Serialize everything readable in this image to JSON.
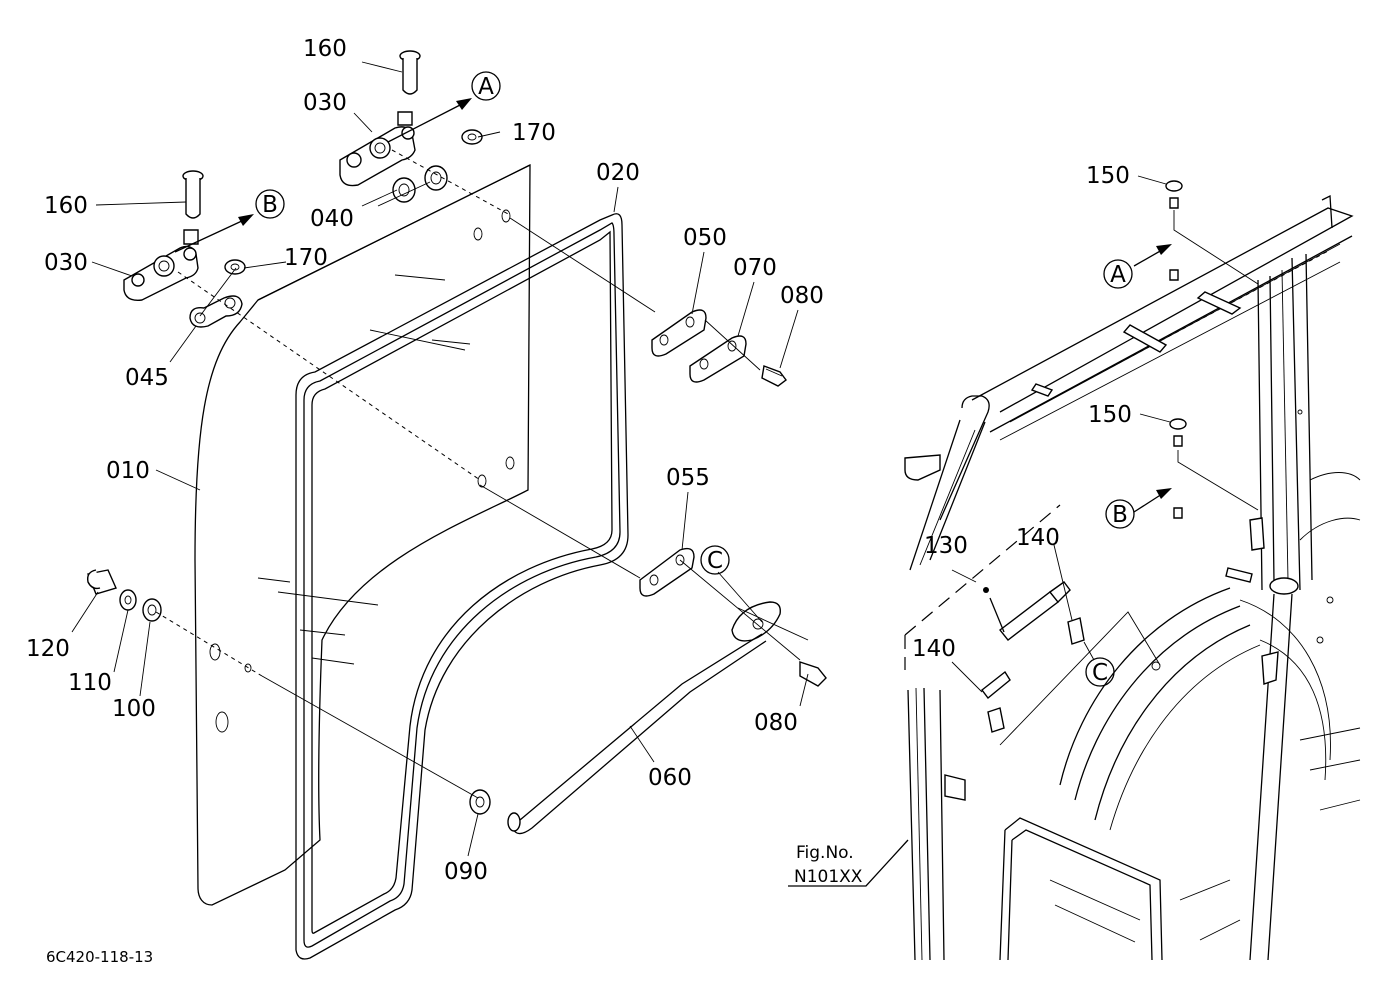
{
  "callouts": [
    {
      "id": "c-160a",
      "text": "160"
    },
    {
      "id": "c-030a",
      "text": "030"
    },
    {
      "id": "c-170a",
      "text": "170"
    },
    {
      "id": "c-040",
      "text": "040"
    },
    {
      "id": "c-020",
      "text": "020"
    },
    {
      "id": "c-160b",
      "text": "160"
    },
    {
      "id": "c-030b",
      "text": "030"
    },
    {
      "id": "c-170b",
      "text": "170"
    },
    {
      "id": "c-045",
      "text": "045"
    },
    {
      "id": "c-050",
      "text": "050"
    },
    {
      "id": "c-070",
      "text": "070"
    },
    {
      "id": "c-080a",
      "text": "080"
    },
    {
      "id": "c-010",
      "text": "010"
    },
    {
      "id": "c-055",
      "text": "055"
    },
    {
      "id": "c-120",
      "text": "120"
    },
    {
      "id": "c-110",
      "text": "110"
    },
    {
      "id": "c-100",
      "text": "100"
    },
    {
      "id": "c-080b",
      "text": "080"
    },
    {
      "id": "c-060",
      "text": "060"
    },
    {
      "id": "c-090",
      "text": "090"
    },
    {
      "id": "c-150a",
      "text": "150"
    },
    {
      "id": "c-150b",
      "text": "150"
    },
    {
      "id": "c-130",
      "text": "130"
    },
    {
      "id": "c-140a",
      "text": "140"
    },
    {
      "id": "c-140b",
      "text": "140"
    }
  ],
  "reference_markers": [
    {
      "id": "m-a1",
      "text": "A"
    },
    {
      "id": "m-b1",
      "text": "B"
    },
    {
      "id": "m-c1",
      "text": "C"
    },
    {
      "id": "m-a2",
      "text": "A"
    },
    {
      "id": "m-b2",
      "text": "B"
    },
    {
      "id": "m-c2",
      "text": "C"
    }
  ],
  "figure_ref": {
    "label": "Fig.No.",
    "number": "N101XX"
  },
  "drawing_code": "6C420-118-13"
}
